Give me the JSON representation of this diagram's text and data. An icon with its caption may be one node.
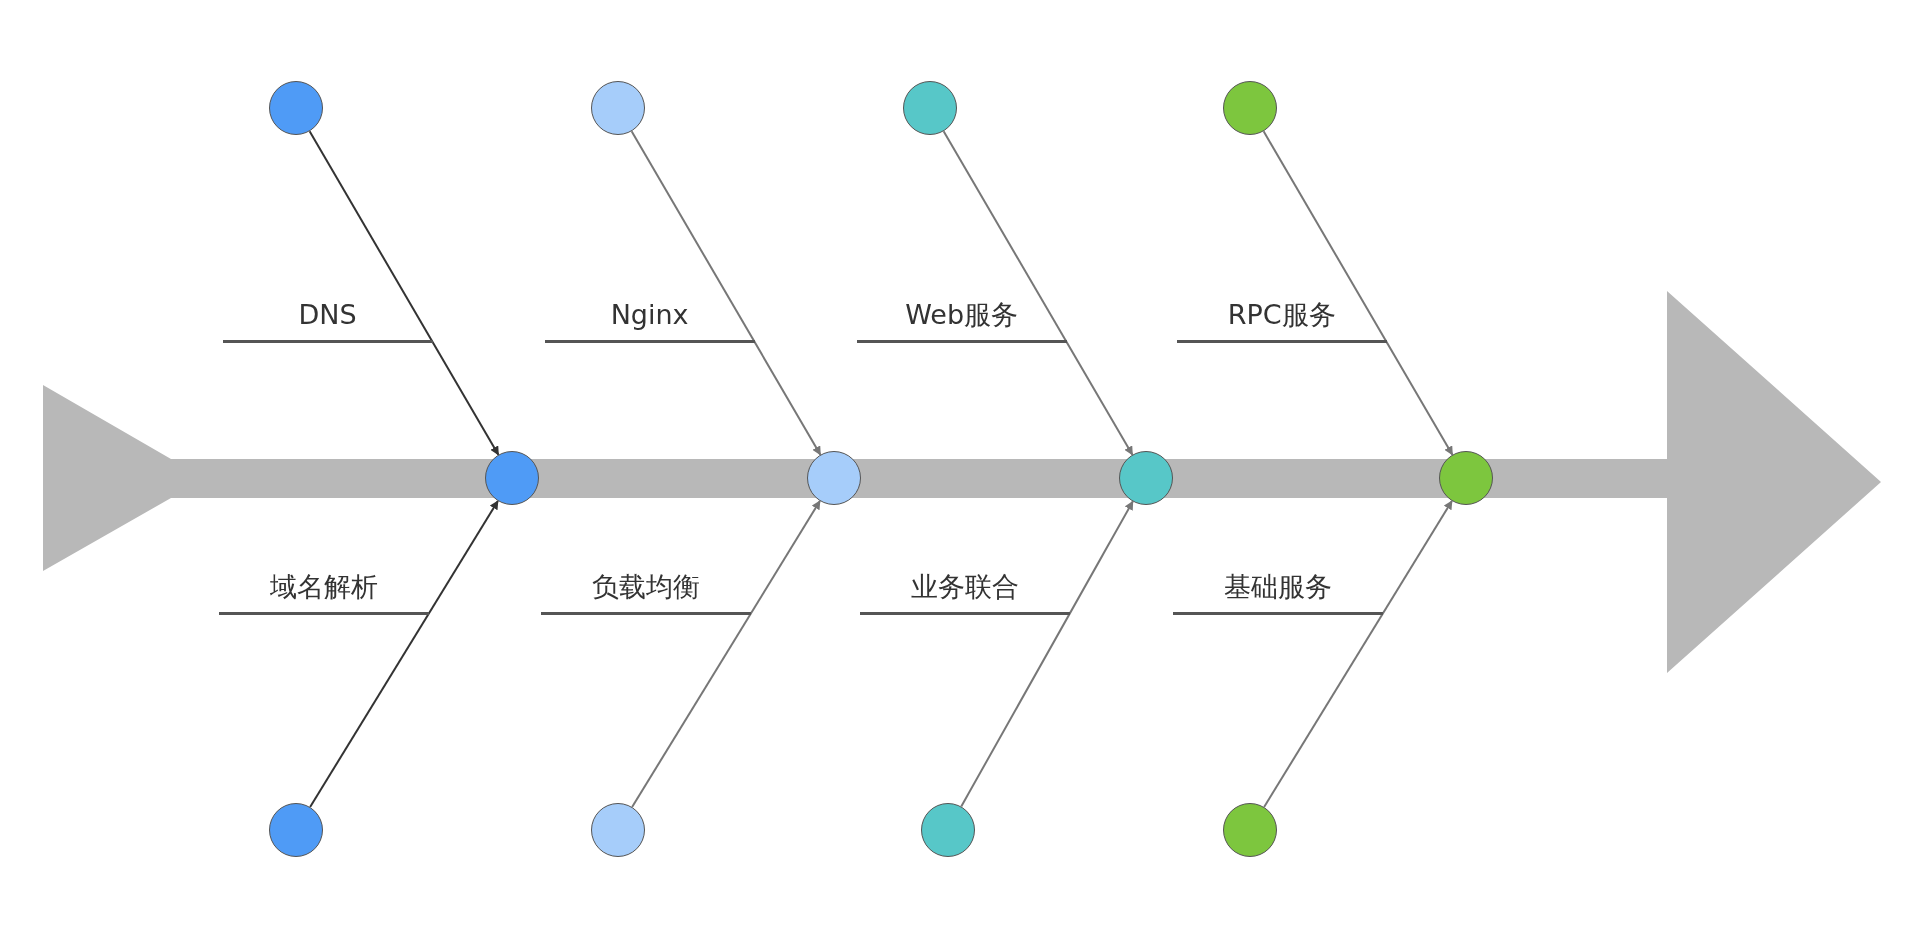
{
  "diagram": {
    "nodes": [
      {
        "text": [],
        "shape": "circle"
      },
      {
        "text": [],
        "shape": "circle"
      },
      {
        "text": [],
        "shape": "circle"
      },
      {
        "text": [],
        "shape": "circle"
      },
      {
        "text": [],
        "shape": "circle"
      },
      {
        "text": [],
        "shape": "circle"
      },
      {
        "text": [],
        "shape": "circle"
      },
      {
        "text": [],
        "shape": "circle"
      },
      {
        "text": [],
        "shape": "circle"
      },
      {
        "text": [],
        "shape": "circle"
      },
      {
        "text": [],
        "shape": "circle"
      },
      {
        "text": [],
        "shape": "circle"
      }
    ],
    "edges": [
      {
        "from": 0,
        "to": 4,
        "arrow": "to",
        "label": "DNS",
        "color": "#333333"
      },
      {
        "from": 8,
        "to": 4,
        "arrow": "to",
        "label": "域名解析",
        "color": "#333333"
      },
      {
        "from": 1,
        "to": 5,
        "arrow": "to",
        "label": "Nginx"
      },
      {
        "from": 9,
        "to": 5,
        "arrow": "to",
        "label": "负载均衡"
      },
      {
        "from": 2,
        "to": 6,
        "arrow": "to",
        "label": "Web服务"
      },
      {
        "from": 10,
        "to": 6,
        "arrow": "to",
        "label": "业务联合"
      },
      {
        "from": 3,
        "to": 7,
        "arrow": "to",
        "label": "RPC服务"
      },
      {
        "from": 11,
        "to": 7,
        "arrow": "to",
        "label": "基础服务"
      }
    ]
  }
}
